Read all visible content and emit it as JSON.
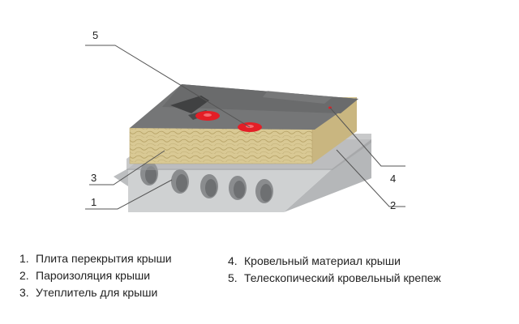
{
  "callouts": [
    "1",
    "2",
    "3",
    "4",
    "5"
  ],
  "legend": {
    "left": [
      {
        "num": "1.",
        "text": "Плита перекрытия крыши"
      },
      {
        "num": "2.",
        "text": "Пароизоляция крыши"
      },
      {
        "num": "3.",
        "text": "Утеплитель для крыши"
      }
    ],
    "right": [
      {
        "num": "4.",
        "text": "Кровельный материал крыши"
      },
      {
        "num": "5.",
        "text": "Телескопический кровельный крепеж"
      }
    ]
  },
  "colors": {
    "slab": "#cfd1d2",
    "insulation": "#d8c892",
    "roofing": "#6f7071",
    "fastener": "#e41e26",
    "leader_line": "#555555"
  }
}
